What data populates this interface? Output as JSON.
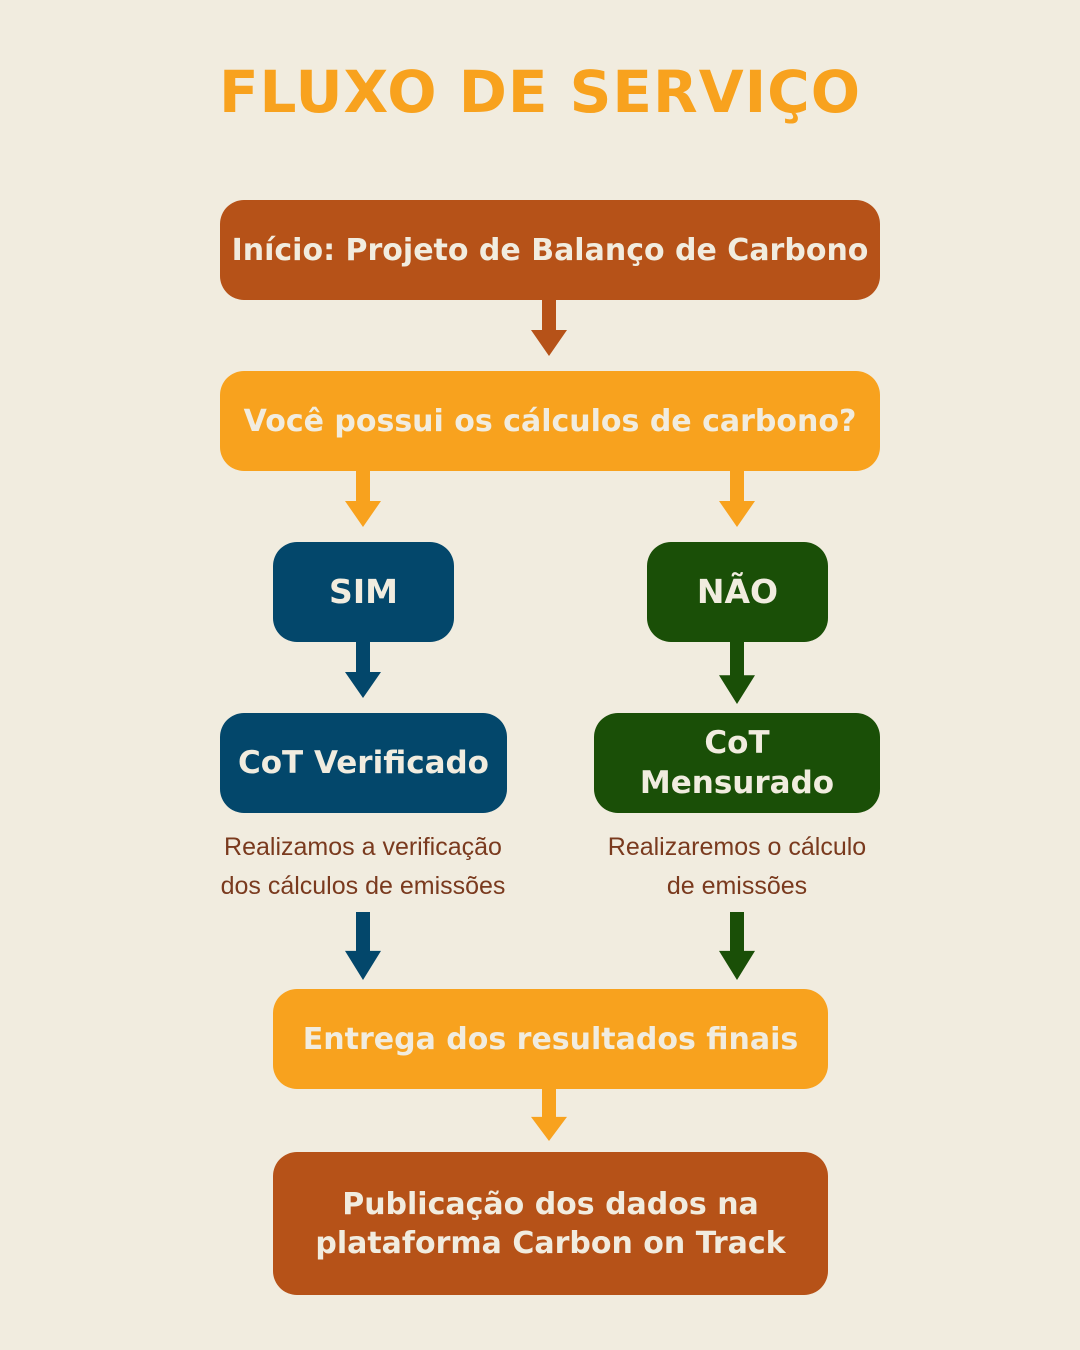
{
  "title": "FLUXO DE SERVIÇO",
  "nodes": {
    "start": "Início: Projeto de Balanço de Carbono",
    "question": "Você possui os cálculos de carbono?",
    "yes": "SIM",
    "no": "NÃO",
    "verified": "CoT Verificado",
    "measured": "CoT Mensurado",
    "delivery": "Entrega dos resultados finais",
    "publish_line1": "Publicação dos dados na",
    "publish_line2": "plataforma Carbon on Track"
  },
  "descriptions": {
    "verified_line1": "Realizamos a verificação",
    "verified_line2": "dos cálculos de emissões",
    "measured_line1": "Realizaremos o cálculo",
    "measured_line2": "de emissões"
  },
  "colors": {
    "background": "#f1ecdf",
    "brown": "#b65218",
    "orange": "#f8a21e",
    "blue": "#03476b",
    "green": "#1a4f07",
    "text_light": "#f1ecdf",
    "desc_text": "#7a3a1e"
  }
}
